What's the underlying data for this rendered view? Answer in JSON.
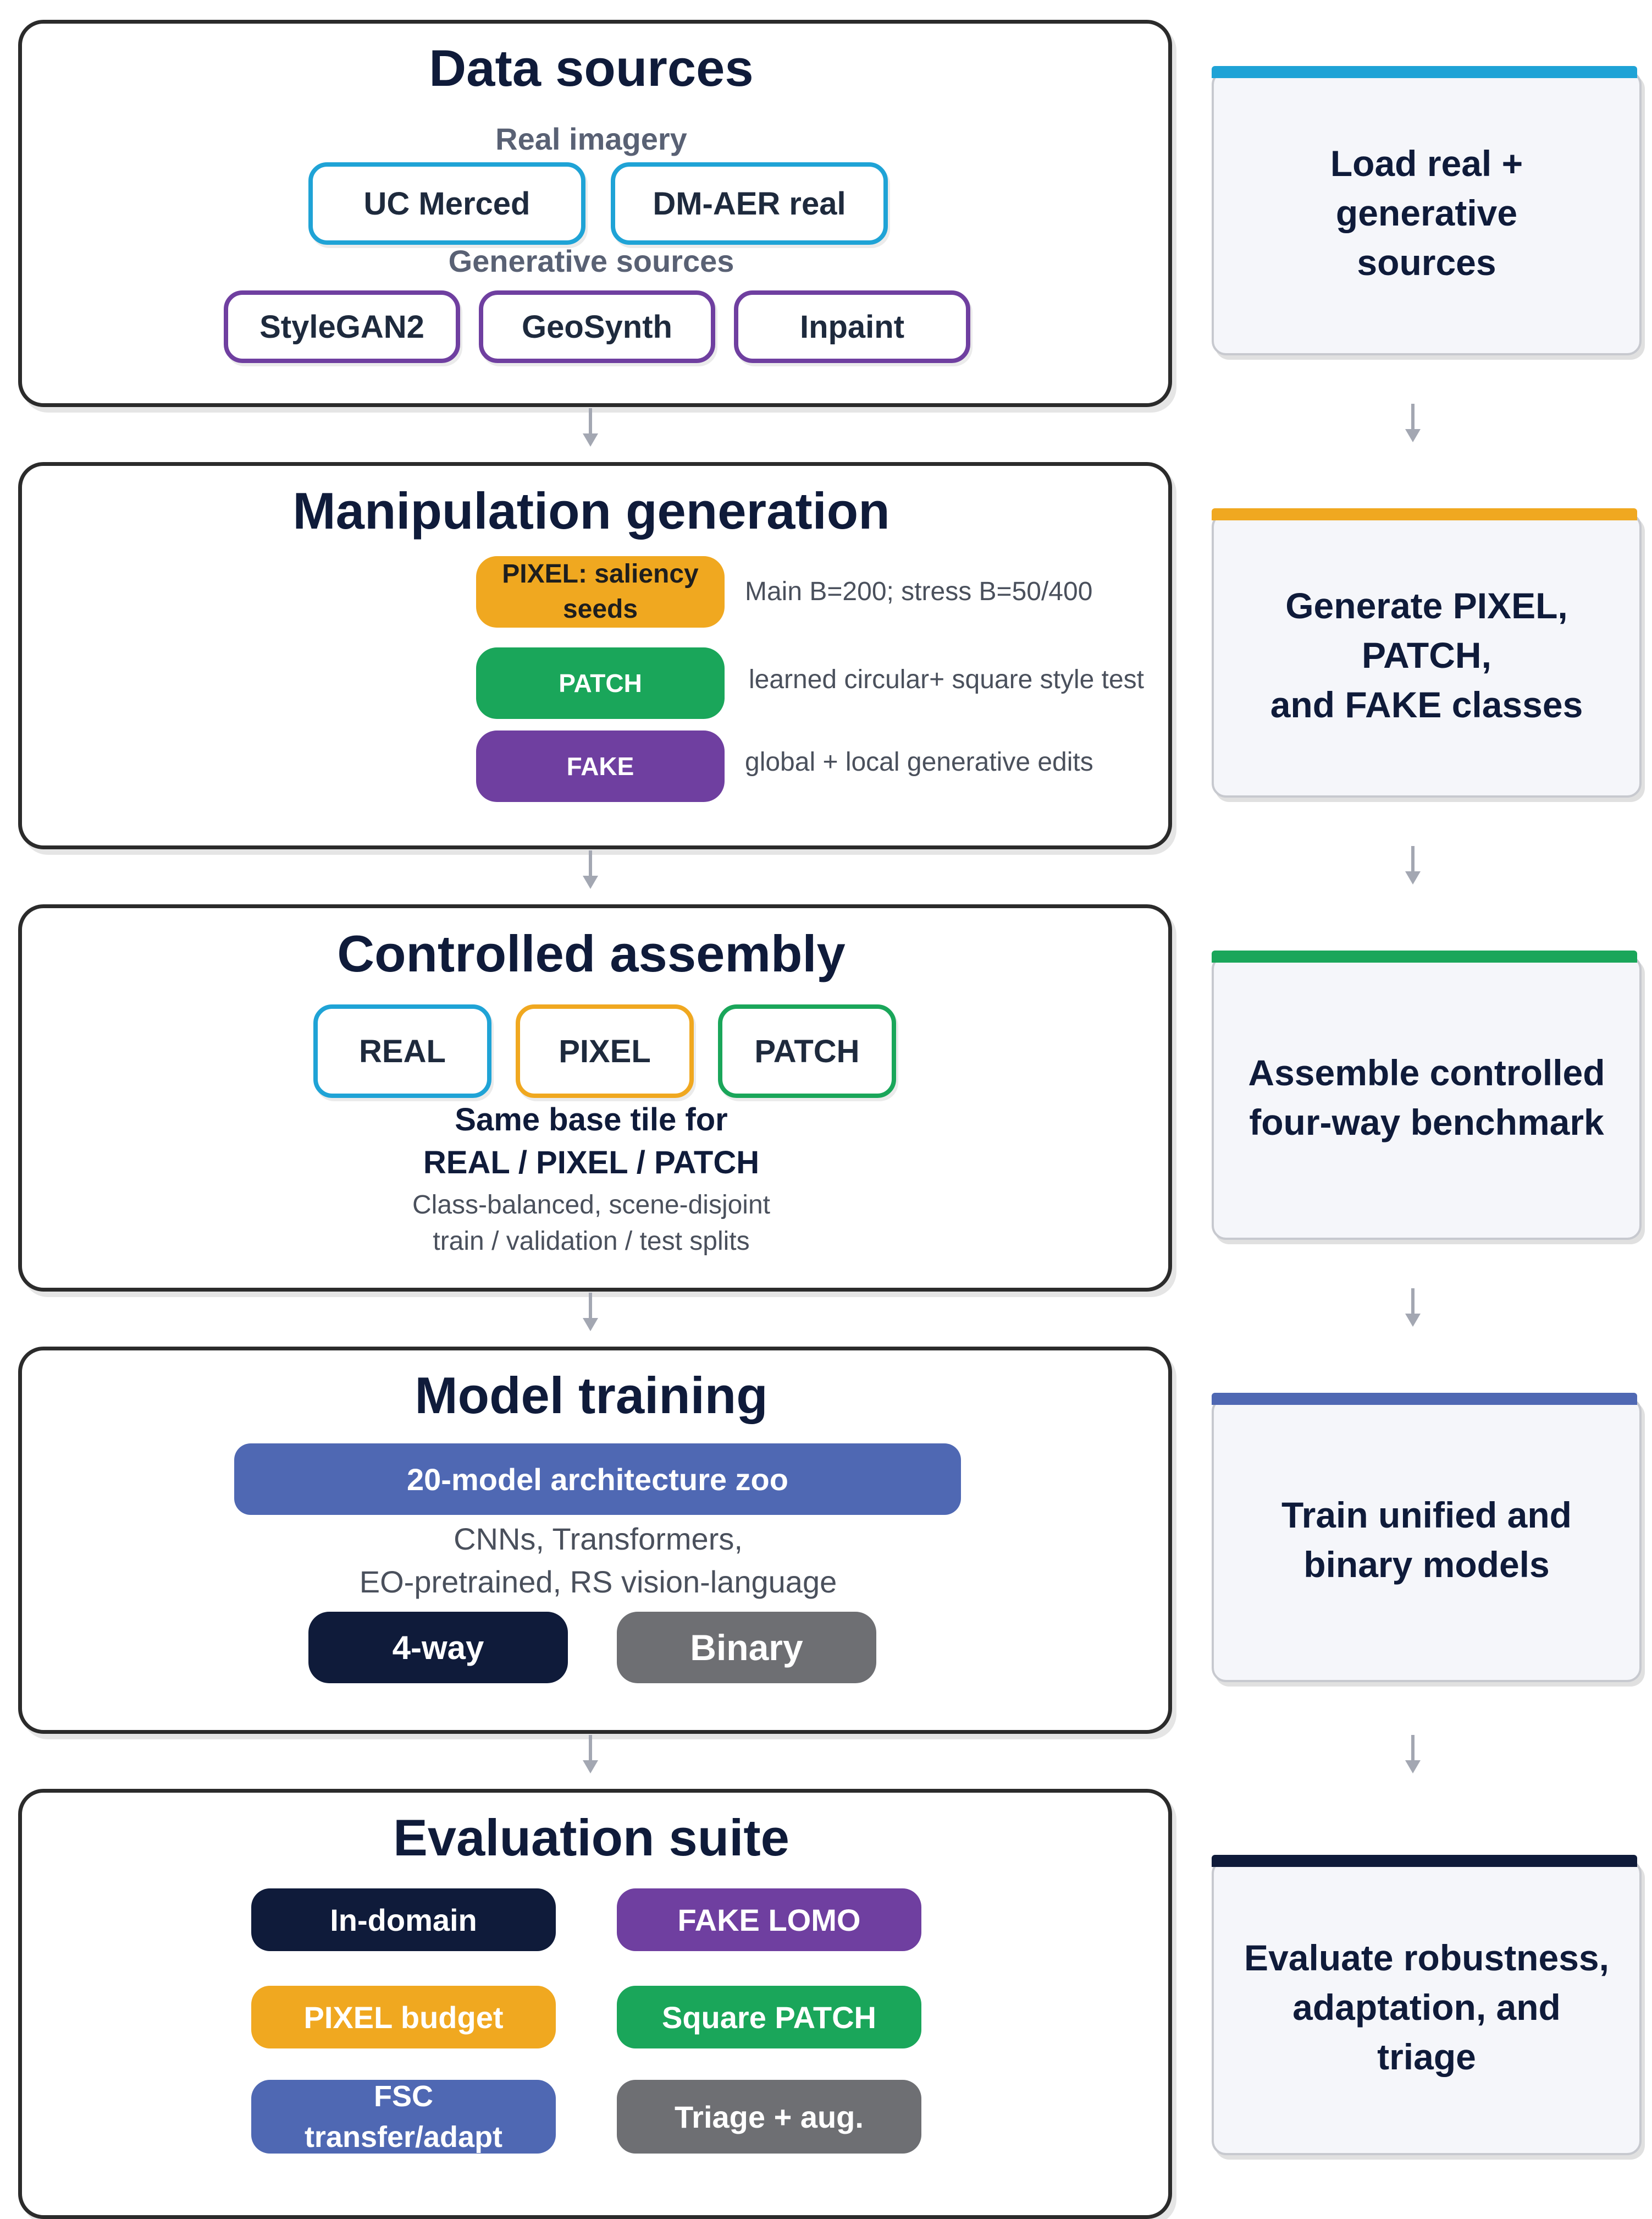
{
  "stages": {
    "data_sources": {
      "title": "Data sources",
      "real_label": "Real imagery",
      "real_items": [
        "UC Merced",
        "DM-AER real"
      ],
      "generative_label": "Generative sources",
      "generative_items": [
        "StyleGAN2",
        "GeoSynth",
        "Inpaint"
      ]
    },
    "manipulation": {
      "title": "Manipulation generation",
      "rows": [
        {
          "label": "PIXEL: saliency\nseeds",
          "note": "Main B=200; stress B=50/400"
        },
        {
          "label": "PATCH",
          "note": "learned circular+ square style test"
        },
        {
          "label": "FAKE",
          "note": "global + local generative edits"
        }
      ]
    },
    "assembly": {
      "title": "Controlled assembly",
      "items": [
        "REAL",
        "PIXEL",
        "PATCH"
      ],
      "bold_text": "Same base tile for\nREAL / PIXEL / PATCH",
      "small_text": "Class-balanced, scene-disjoint\ntrain / validation / test splits"
    },
    "training": {
      "title": "Model training",
      "zoo_label": "20-model architecture zoo",
      "families_text": "CNNs, Transformers,\nEO-pretrained, RS vision-language",
      "buttons": [
        "4-way",
        "Binary"
      ]
    },
    "evaluation": {
      "title": "Evaluation suite",
      "items": [
        "In-domain",
        "FAKE LOMO",
        "PIXEL budget",
        "Square PATCH",
        "FSC\ntransfer/adapt",
        "Triage + aug."
      ]
    }
  },
  "cards": [
    "Load real +\ngenerative\nsources",
    "Generate PIXEL,\nPATCH,\nand FAKE classes",
    "Assemble controlled\nfour-way benchmark",
    "Train unified and\nbinary models",
    "Evaluate robustness,\nadaptation, and\ntriage"
  ],
  "colors": {
    "real": "#1fa3d6",
    "generative": "#6f3fa0",
    "pixel": "#f0a820",
    "patch": "#1aa65a",
    "fake": "#6f3fa0",
    "zoo": "#4f68b3",
    "navy": "#0f1b3a",
    "grey": "#6e6f73",
    "card_bars": [
      "#1fa3d6",
      "#f0a820",
      "#1aa65a",
      "#4f68b3",
      "#0f1b3a"
    ]
  }
}
